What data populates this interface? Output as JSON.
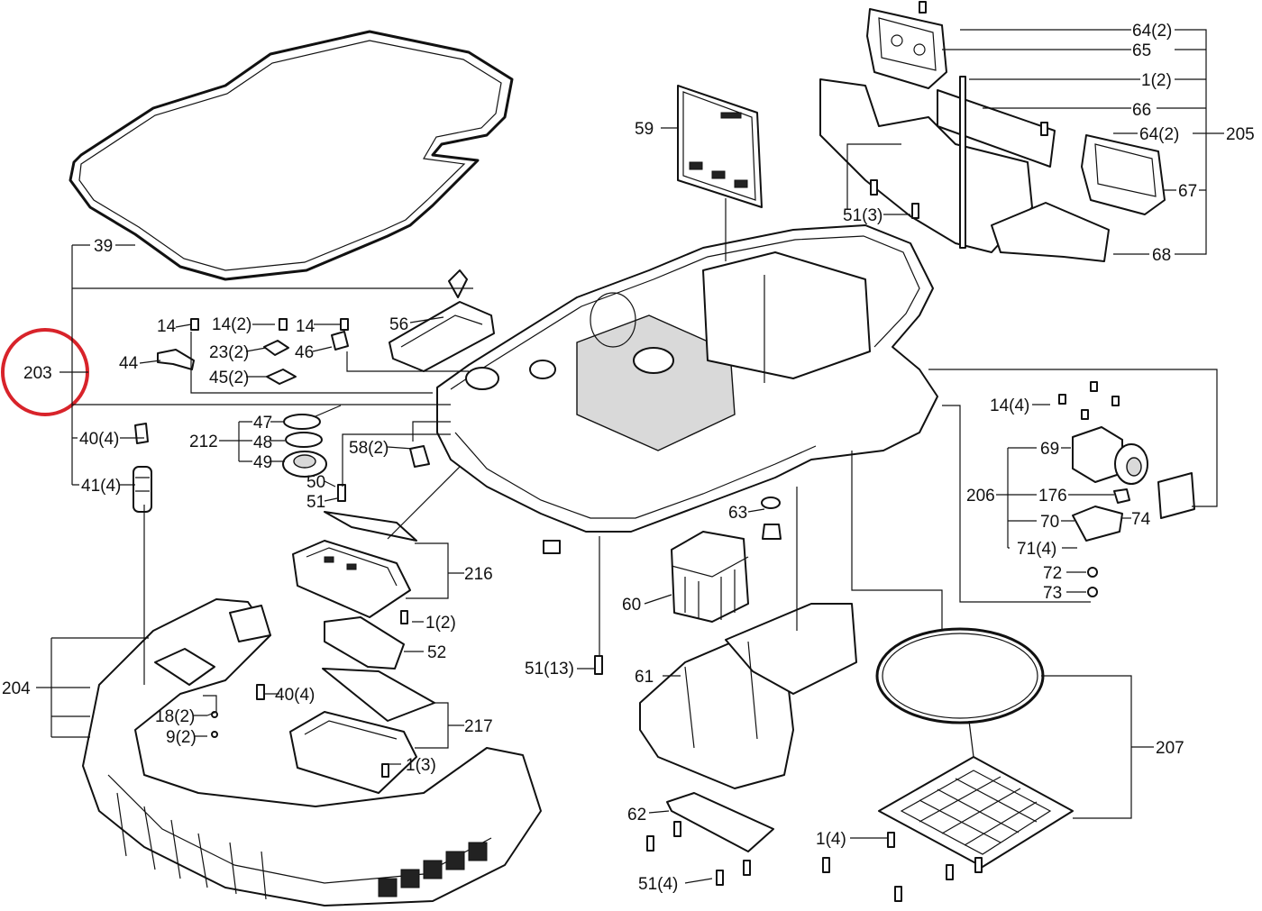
{
  "diagram": {
    "highlight_color": "#d8232a",
    "highlighted_part": "203",
    "labels": {
      "l39": "39",
      "l203": "203",
      "l40_4a": "40(4)",
      "l41_4": "41(4)",
      "l14a": "14",
      "l14_2": "14(2)",
      "l14b": "14",
      "l44": "44",
      "l23_2": "23(2)",
      "l45_2": "45(2)",
      "l46": "46",
      "l56": "56",
      "l59": "59",
      "l212": "212",
      "l47": "47",
      "l48": "48",
      "l49": "49",
      "l58_2": "58(2)",
      "l50": "50",
      "l51a": "51",
      "l216": "216",
      "l1_2b": "1(2)",
      "l52": "52",
      "l204": "204",
      "l40_4b": "40(4)",
      "l18_2": "18(2)",
      "l9_2": "9(2)",
      "l217": "217",
      "l1_3": "1(3)",
      "l51_13": "51(13)",
      "l63": "63",
      "l60": "60",
      "l61": "61",
      "l62": "62",
      "l51_4": "51(4)",
      "l1_4": "1(4)",
      "l64_2a": "64(2)",
      "l65": "65",
      "l1_2a": "1(2)",
      "l66": "66",
      "l64_2b": "64(2)",
      "l205": "205",
      "l67": "67",
      "l68": "68",
      "l51_3": "51(3)",
      "l14_4": "14(4)",
      "l69": "69",
      "l206": "206",
      "l176": "176",
      "l70": "70",
      "l74": "74",
      "l71_4": "71(4)",
      "l72": "72",
      "l73": "73",
      "l207": "207"
    }
  }
}
